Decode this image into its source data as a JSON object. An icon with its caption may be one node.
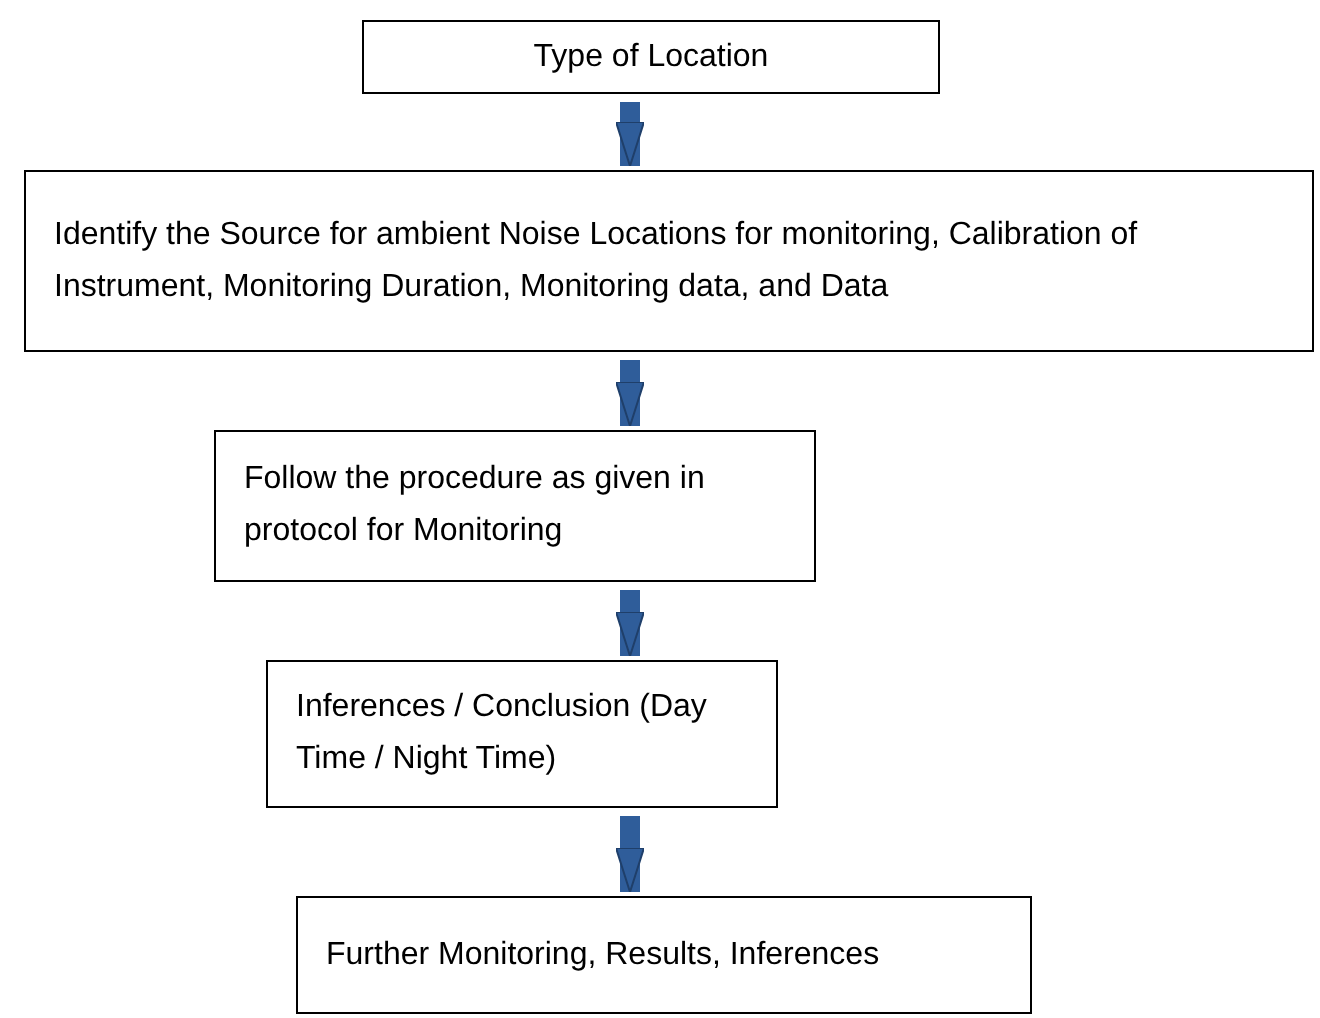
{
  "diagram": {
    "nodes": [
      {
        "text": [
          "Type of Location"
        ]
      },
      {
        "text": [
          "Identify the Source for ambient Noise Locations for monitoring, Calibration of Instrument, Monitoring Duration, Monitoring data, and Data"
        ]
      },
      {
        "text": [
          "Follow the procedure as given in protocol for Monitoring"
        ]
      },
      {
        "text": [
          "Inferences / Conclusion (Day Time / Night Time)"
        ]
      },
      {
        "text": [
          "Further Monitoring, Results, Inferences"
        ]
      }
    ],
    "edges": [
      {
        "from": 0,
        "to": 1,
        "arrow": "to"
      },
      {
        "from": 1,
        "to": 2,
        "arrow": "to"
      },
      {
        "from": 2,
        "to": 3,
        "arrow": "to"
      },
      {
        "from": 3,
        "to": 4,
        "arrow": "to"
      }
    ]
  }
}
